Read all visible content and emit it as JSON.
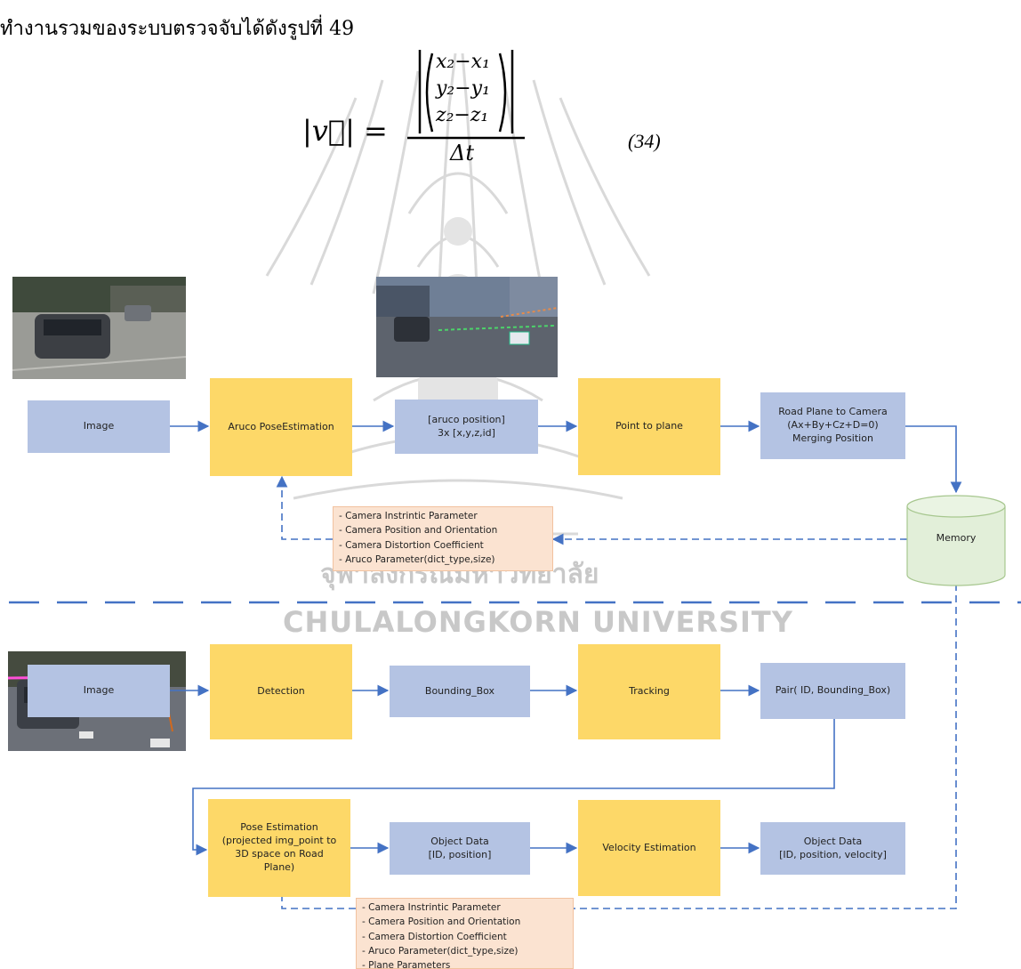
{
  "header": {
    "thai_text": "ทำงานรวมของระบบตรวจจับได้ดังรูปที่ 49",
    "equation_lhs": "|v⃗| =",
    "equation_numerator": [
      "x₂−x₁",
      "y₂−y₁",
      "z₂−z₁"
    ],
    "equation_denominator": "Δt",
    "equation_number": "(34)"
  },
  "watermark": {
    "thai": "จุฬาลงกรณ์มหาวิทยาลัย",
    "english": "Chulalongkorn University"
  },
  "top_flow": {
    "image": "Image",
    "aruco_pose": "Aruco PoseEstimation",
    "aruco_position": "[aruco position]\n3x [x,y,z,id]",
    "point_to_plane": "Point to plane",
    "road_plane": "Road Plane to Camera\n(Ax+By+Cz+D=0)\nMerging Position",
    "memory": "Memory",
    "params": [
      "- Camera Instrintic Parameter",
      "- Camera Position and Orientation",
      "- Camera Distortion Coefficient",
      "- Aruco Parameter(dict_type,size)"
    ]
  },
  "mid_flow": {
    "image": "Image",
    "detection": "Detection",
    "bounding_box": "Bounding_Box",
    "tracking": "Tracking",
    "pair": "Pair( ID, Bounding_Box)"
  },
  "bottom_flow": {
    "pose_estimation": "Pose Estimation\n(projected img_point to\n3D space on Road\nPlane)",
    "object_data_1": "Object Data\n[ID, position]",
    "velocity_estimation": "Velocity Estimation",
    "object_data_2": "Object Data\n[ID, position, velocity]",
    "params": [
      "- Camera Instrintic Parameter",
      "- Camera Position and Orientation",
      "- Camera Distortion Coefficient",
      "- Aruco Parameter(dict_type,size)",
      "- Plane Parameters"
    ]
  },
  "colors": {
    "process_blue": "#b4c3e3",
    "process_yellow": "#fdd868",
    "note_fill": "#fbe3d1",
    "memory_fill": "#e2efd9",
    "arrow": "#4472c4"
  }
}
